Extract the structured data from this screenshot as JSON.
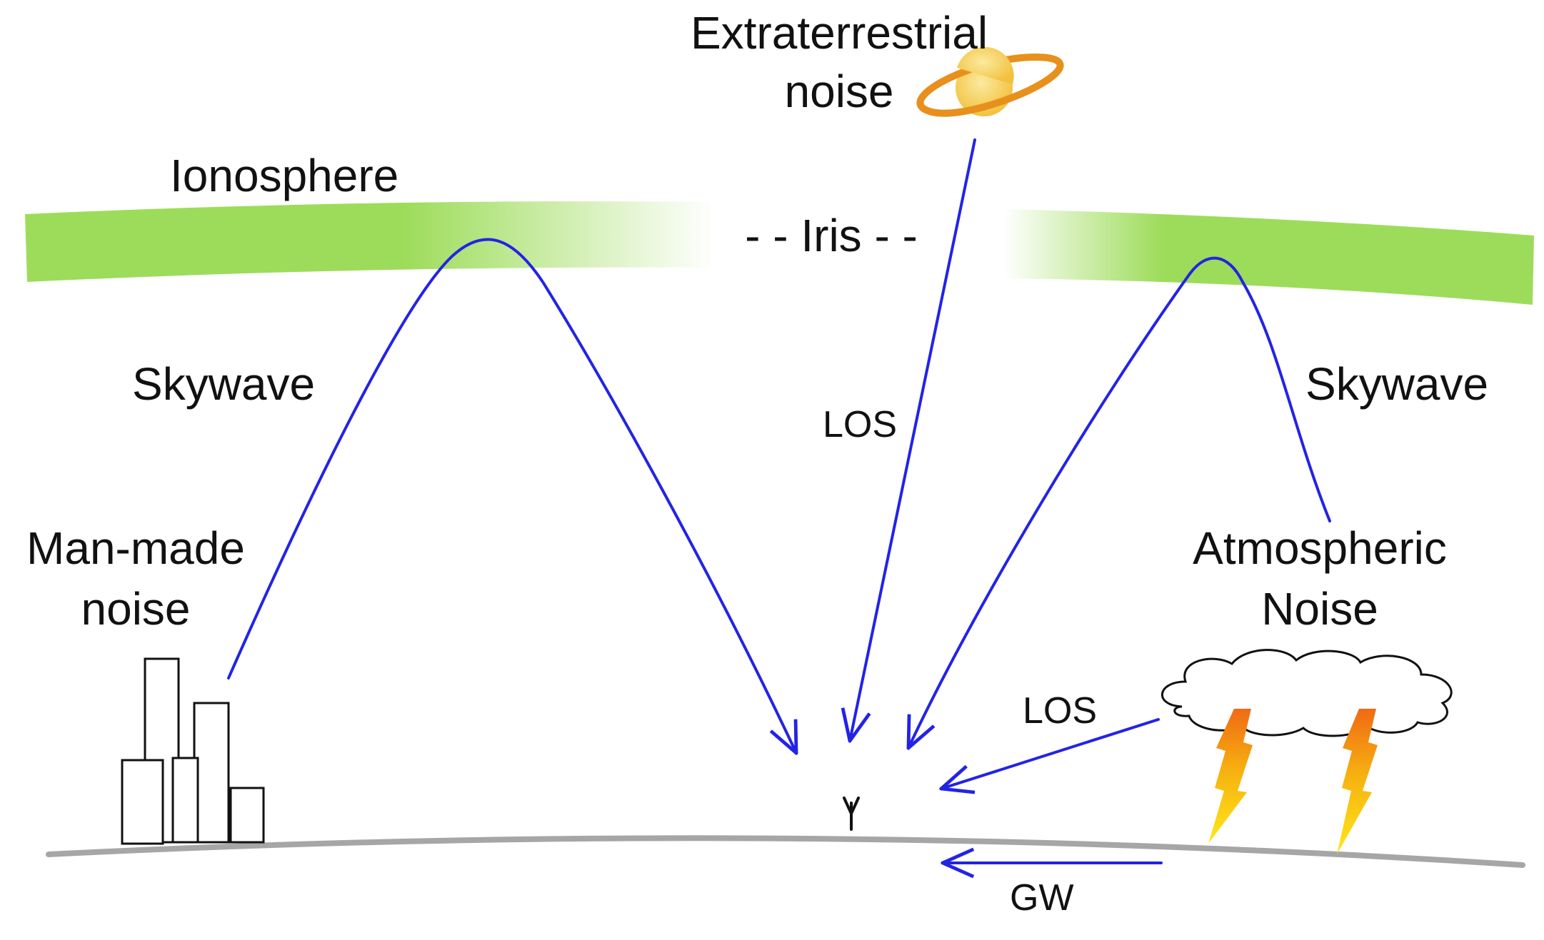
{
  "labels": {
    "extraterrestrial_line1": "Extraterrestrial",
    "extraterrestrial_line2": "noise",
    "ionosphere": "Ionosphere",
    "iris": "- - Iris - -",
    "skywave_left": "Skywave",
    "skywave_right": "Skywave",
    "los_vertical": "LOS",
    "los_horizontal": "LOS",
    "gw": "GW",
    "manmade_line1": "Man-made",
    "manmade_line2": "noise",
    "atmospheric_line1": "Atmospheric",
    "atmospheric_line2": "Noise"
  },
  "colors": {
    "ionosphere": "#9ddc5a",
    "wave": "#2323e6",
    "ground": "#a6a6a6",
    "planet_ring": "#e8901c",
    "planet_body": "#f4d25a",
    "lightning_top": "#f06a14",
    "lightning_bottom": "#ffe81a"
  },
  "icons": [
    "planet-icon",
    "buildings-icon",
    "storm-cloud-icon",
    "lightning-icon",
    "antenna-icon"
  ]
}
